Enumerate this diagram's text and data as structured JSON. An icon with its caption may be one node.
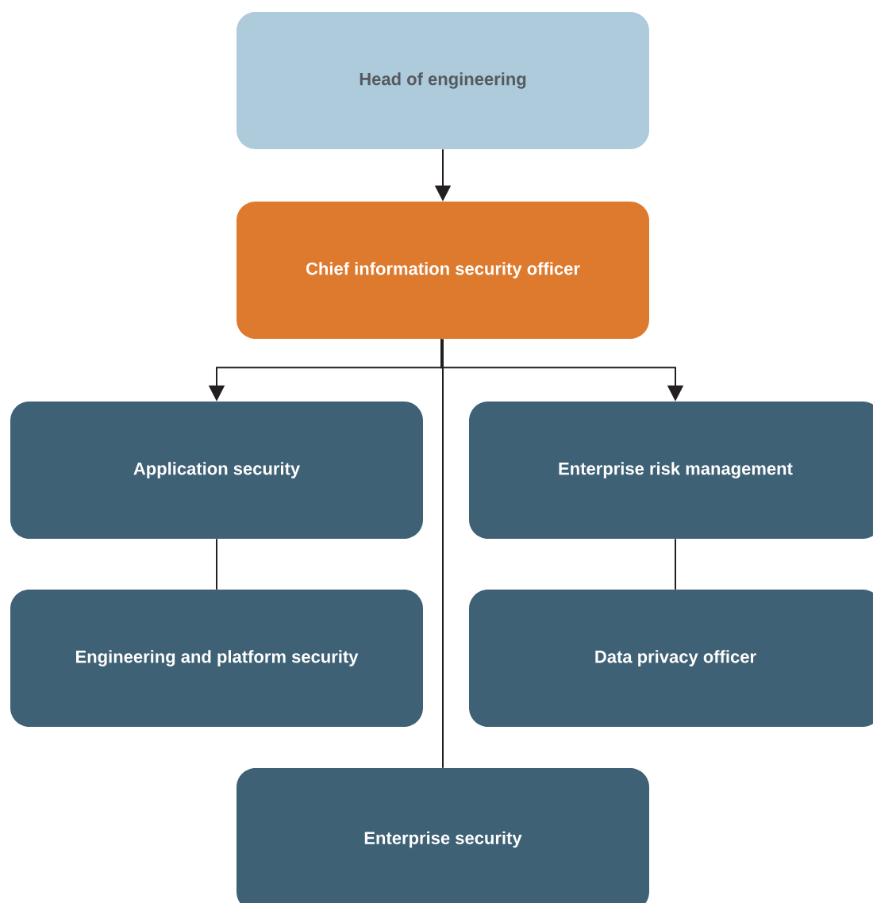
{
  "diagram": {
    "nodes": [
      {
        "text": [
          "Head of engineering"
        ]
      },
      {
        "text": [
          "Chief information security officer"
        ]
      },
      {
        "text": [
          "Application security"
        ]
      },
      {
        "text": [
          "Enterprise risk management"
        ]
      },
      {
        "text": [
          "Engineering and platform security"
        ]
      },
      {
        "text": [
          "Data privacy officer"
        ]
      },
      {
        "text": [
          "Enterprise security"
        ]
      }
    ],
    "edges": [
      {
        "from": 0,
        "to": 1,
        "arrow": "to"
      },
      {
        "from": 1,
        "to": 2,
        "arrow": "to"
      },
      {
        "from": 1,
        "to": 3,
        "arrow": "to"
      },
      {
        "from": 2,
        "to": 4,
        "arrow": "none"
      },
      {
        "from": 3,
        "to": 5,
        "arrow": "none"
      },
      {
        "from": 1,
        "to": 6,
        "arrow": "none"
      }
    ]
  }
}
